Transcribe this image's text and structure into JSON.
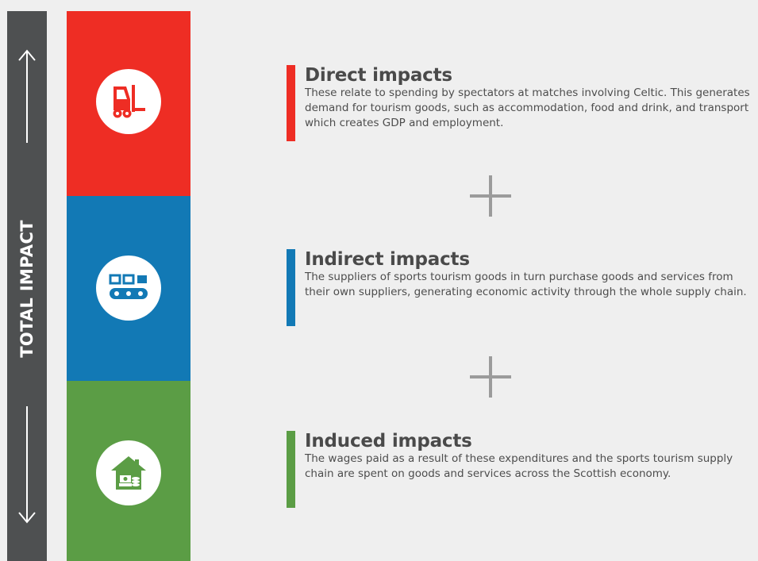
{
  "total_label": "TOTAL IMPACT",
  "colors": {
    "total_bar": "#4e5051",
    "direct": "#ee2d24",
    "indirect": "#1279b5",
    "induced": "#5b9d45",
    "plus": "#9b9b9b",
    "background": "#efefef"
  },
  "icons": {
    "direct": "forklift-icon",
    "indirect": "conveyor-belt-icon",
    "induced": "house-money-icon",
    "separator": "plus-icon"
  },
  "impacts": {
    "direct": {
      "title": "Direct impacts",
      "text": "These relate to spending by spectators at matches involving Celtic. This generates demand for tourism goods, such as accommodation, food and drink, and transport which creates GDP and employment."
    },
    "indirect": {
      "title": "Indirect impacts",
      "text": "The suppliers of sports tourism goods in turn purchase goods and services from their own suppliers, generating economic activity through the whole supply chain."
    },
    "induced": {
      "title": "Induced impacts",
      "text": "The wages paid as a result of these expenditures and the sports tourism supply chain are spent on goods and services across the Scottish economy."
    }
  }
}
